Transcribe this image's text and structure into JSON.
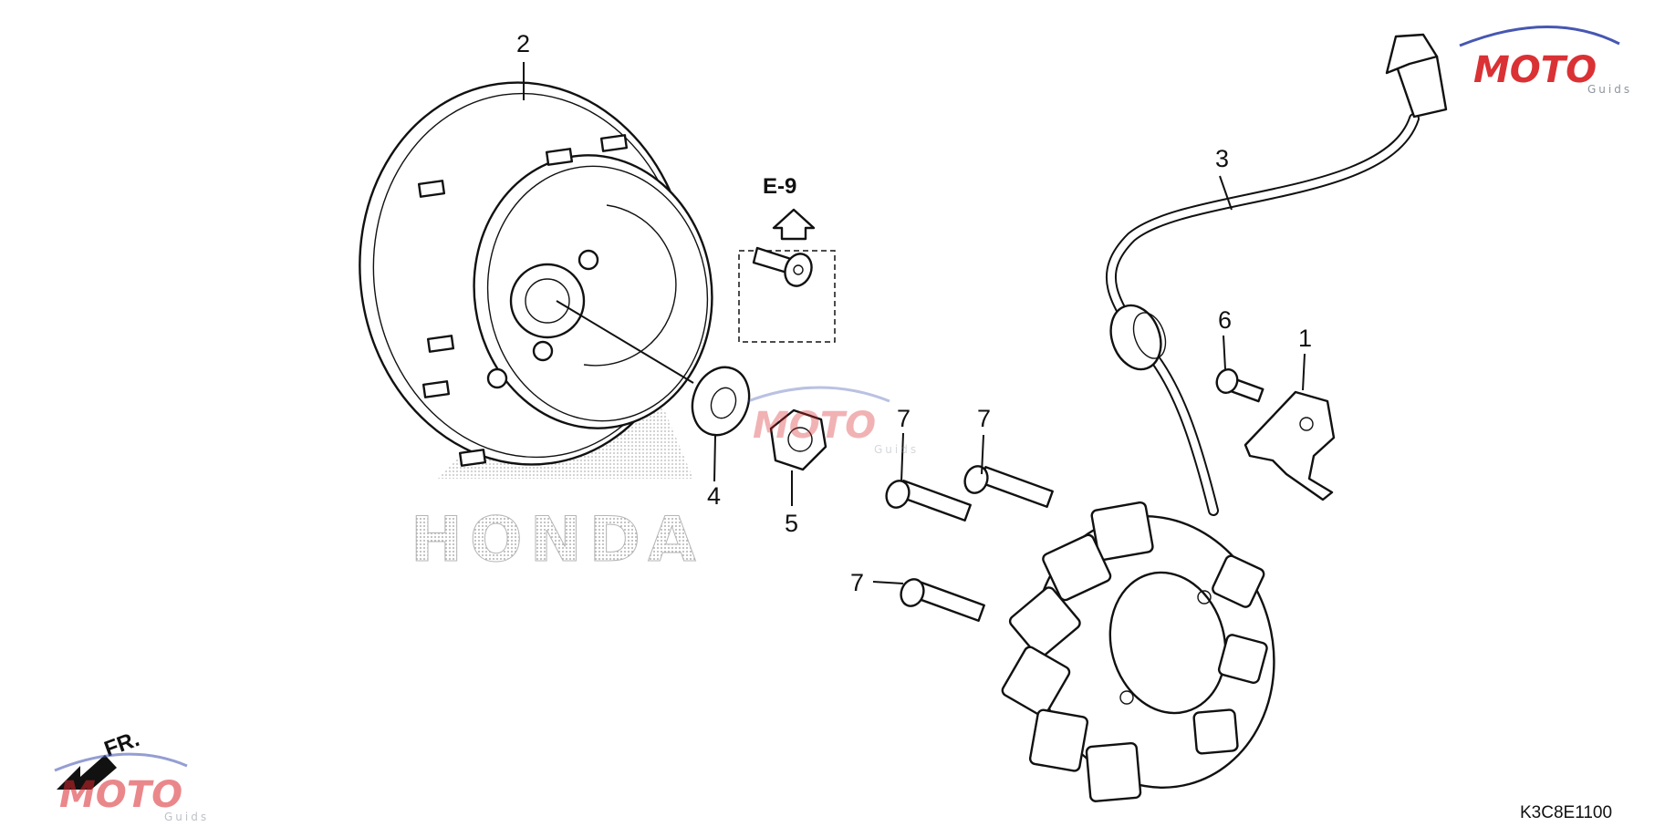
{
  "diagram": {
    "part_labels": [
      "2",
      "3",
      "6",
      "1",
      "7",
      "7",
      "4",
      "5",
      "7"
    ],
    "reference_arrow_label": "E-9",
    "direction_label": "FR.",
    "diagram_code": "K3C8E1100"
  },
  "watermark": {
    "brand": "MOTO",
    "tagline": "Guids",
    "background_logo": "HONDA",
    "colors": {
      "red": "#d9262b",
      "blue": "#3d4fae",
      "gray": "#8a8f98"
    }
  }
}
